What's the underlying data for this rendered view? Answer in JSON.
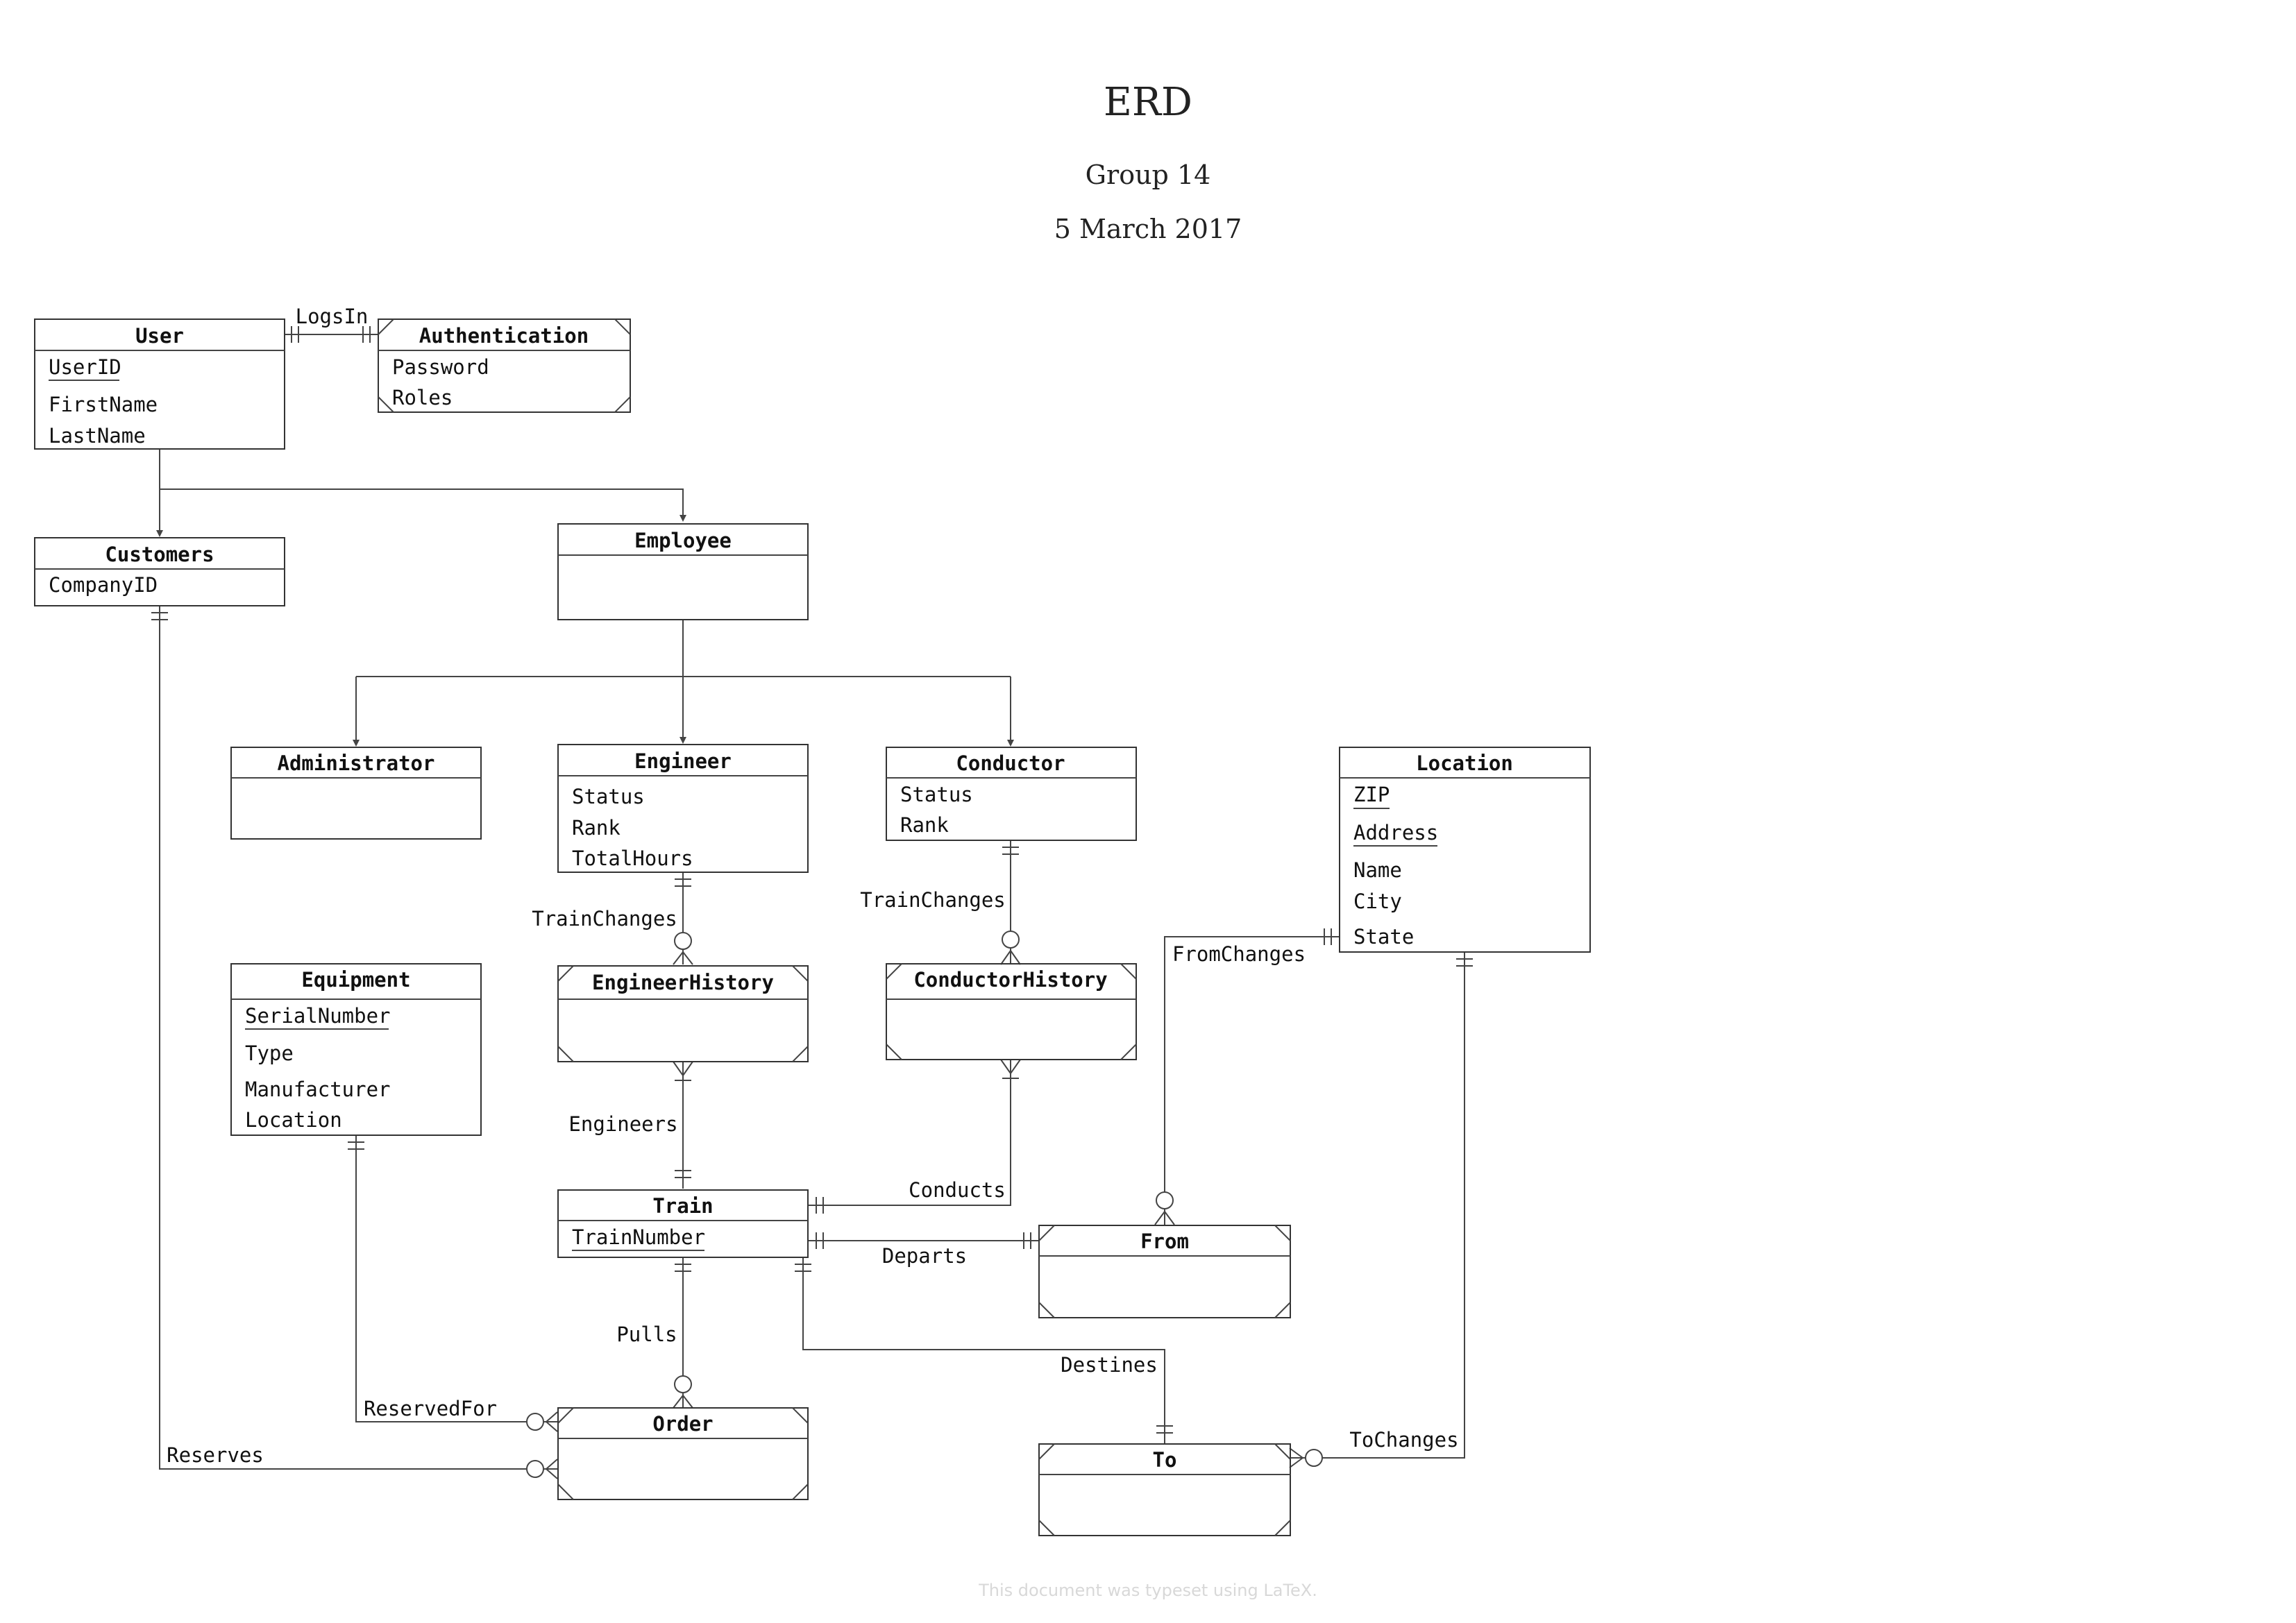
{
  "header": {
    "title": "ERD",
    "author": "Group 14",
    "date": "5 March 2017"
  },
  "entities": {
    "user": {
      "name": "User",
      "attrs": [
        "UserID",
        "FirstName",
        "LastName"
      ]
    },
    "authentication": {
      "name": "Authentication",
      "attrs": [
        "Password",
        "Roles"
      ]
    },
    "customers": {
      "name": "Customers",
      "attrs": [
        "CompanyID"
      ]
    },
    "employee": {
      "name": "Employee",
      "attrs": []
    },
    "administrator": {
      "name": "Administrator",
      "attrs": []
    },
    "engineer": {
      "name": "Engineer",
      "attrs": [
        "Status",
        "Rank",
        "TotalHours"
      ]
    },
    "conductor": {
      "name": "Conductor",
      "attrs": [
        "Status",
        "Rank"
      ]
    },
    "location": {
      "name": "Location",
      "attrs": [
        "ZIP",
        "Address",
        "Name",
        "City",
        "State"
      ]
    },
    "equipment": {
      "name": "Equipment",
      "attrs": [
        "SerialNumber",
        "Type",
        "Manufacturer",
        "Location"
      ]
    },
    "engineer_history": {
      "name": "EngineerHistory",
      "attrs": []
    },
    "conductor_history": {
      "name": "ConductorHistory",
      "attrs": []
    },
    "train": {
      "name": "Train",
      "attrs": [
        "TrainNumber"
      ]
    },
    "from": {
      "name": "From",
      "attrs": []
    },
    "order": {
      "name": "Order",
      "attrs": []
    },
    "to": {
      "name": "To",
      "attrs": []
    }
  },
  "relationships": {
    "logs_in": "LogsIn",
    "engineer_train_changes": "TrainChanges",
    "conductor_train_changes": "TrainChanges",
    "from_changes": "FromChanges",
    "engineers": "Engineers",
    "conducts": "Conducts",
    "departs": "Departs",
    "pulls": "Pulls",
    "destines": "Destines",
    "reserved_for": "ReservedFor",
    "reserves": "Reserves",
    "to_changes": "ToChanges"
  },
  "footer": "This document was typeset using LaTeX."
}
